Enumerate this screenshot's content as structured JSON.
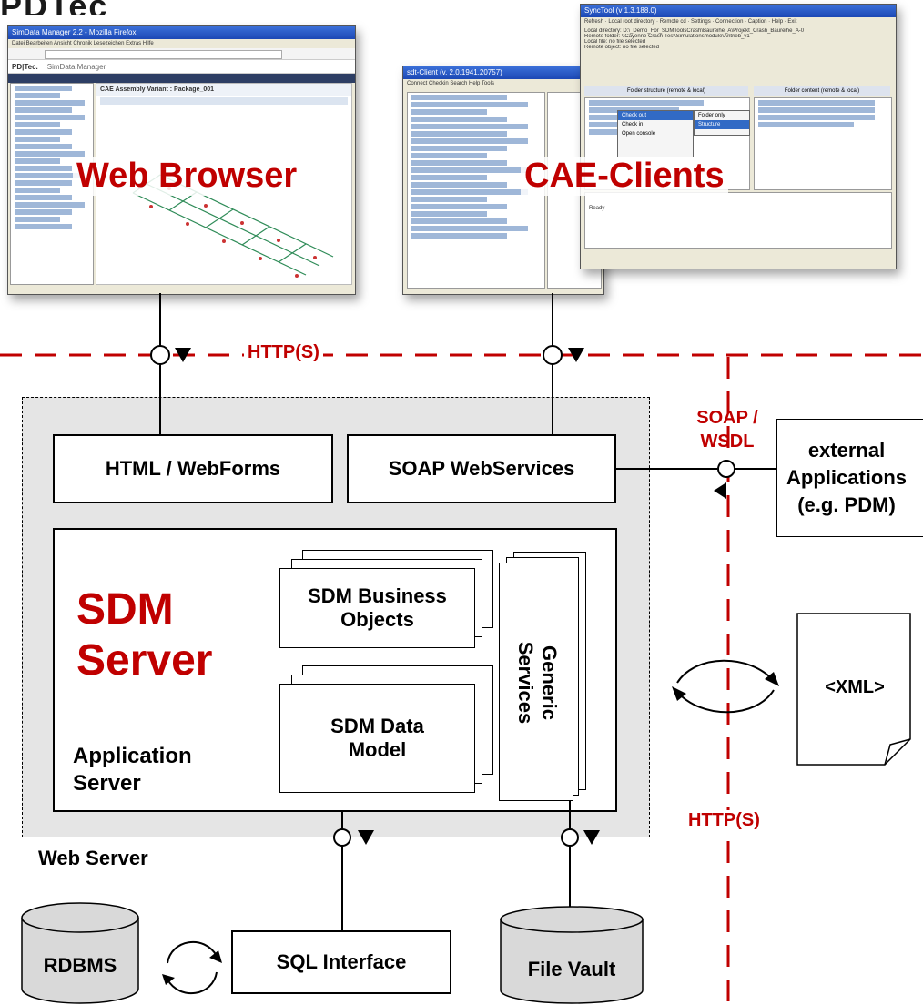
{
  "header": {
    "logo": "PDTec"
  },
  "clients": {
    "web_browser": {
      "label": "Web Browser",
      "window_title": "SimData Manager 2.2 - Mozilla Firefox",
      "app_name": "SimData Manager",
      "page_title": "CAE Assembly Variant : Package_001"
    },
    "cae_clients": {
      "label": "CAE-Clients",
      "window_title_back": "sdt-Client (v. 2.0.1941.20757)",
      "window_title_front": "SyncTool (v 1.3.188.0)",
      "menu_items": [
        "Check out",
        "Check in",
        "Open console",
        "Folder only",
        "Structure"
      ],
      "status": "Ready",
      "folder_header": "Folder content (remote & local)",
      "structure_header": "Folder structure (remote & local)"
    }
  },
  "protocol": {
    "top": "HTTP(S)",
    "right": "HTTP(S)",
    "soap": "SOAP /\nWSDL"
  },
  "web_server": {
    "label": "Web Server",
    "html_box": "HTML / WebForms",
    "soap_box": "SOAP WebServices"
  },
  "app_server": {
    "title": "SDM\nServer",
    "label": "Application\nServer",
    "business_objects": "SDM Business\nObjects",
    "data_model": "SDM Data\nModel",
    "generic_services": "Generic\nServices"
  },
  "external": {
    "apps": "external\nApplications\n(e.g. PDM)",
    "xml": "<XML>"
  },
  "bottom": {
    "rdbms": "RDBMS",
    "sql": "SQL Interface",
    "vault": "File Vault"
  },
  "colors": {
    "accent": "#c00000",
    "web_server_bg": "#e5e5e5",
    "cylinder_bg": "#d9d9d9"
  }
}
